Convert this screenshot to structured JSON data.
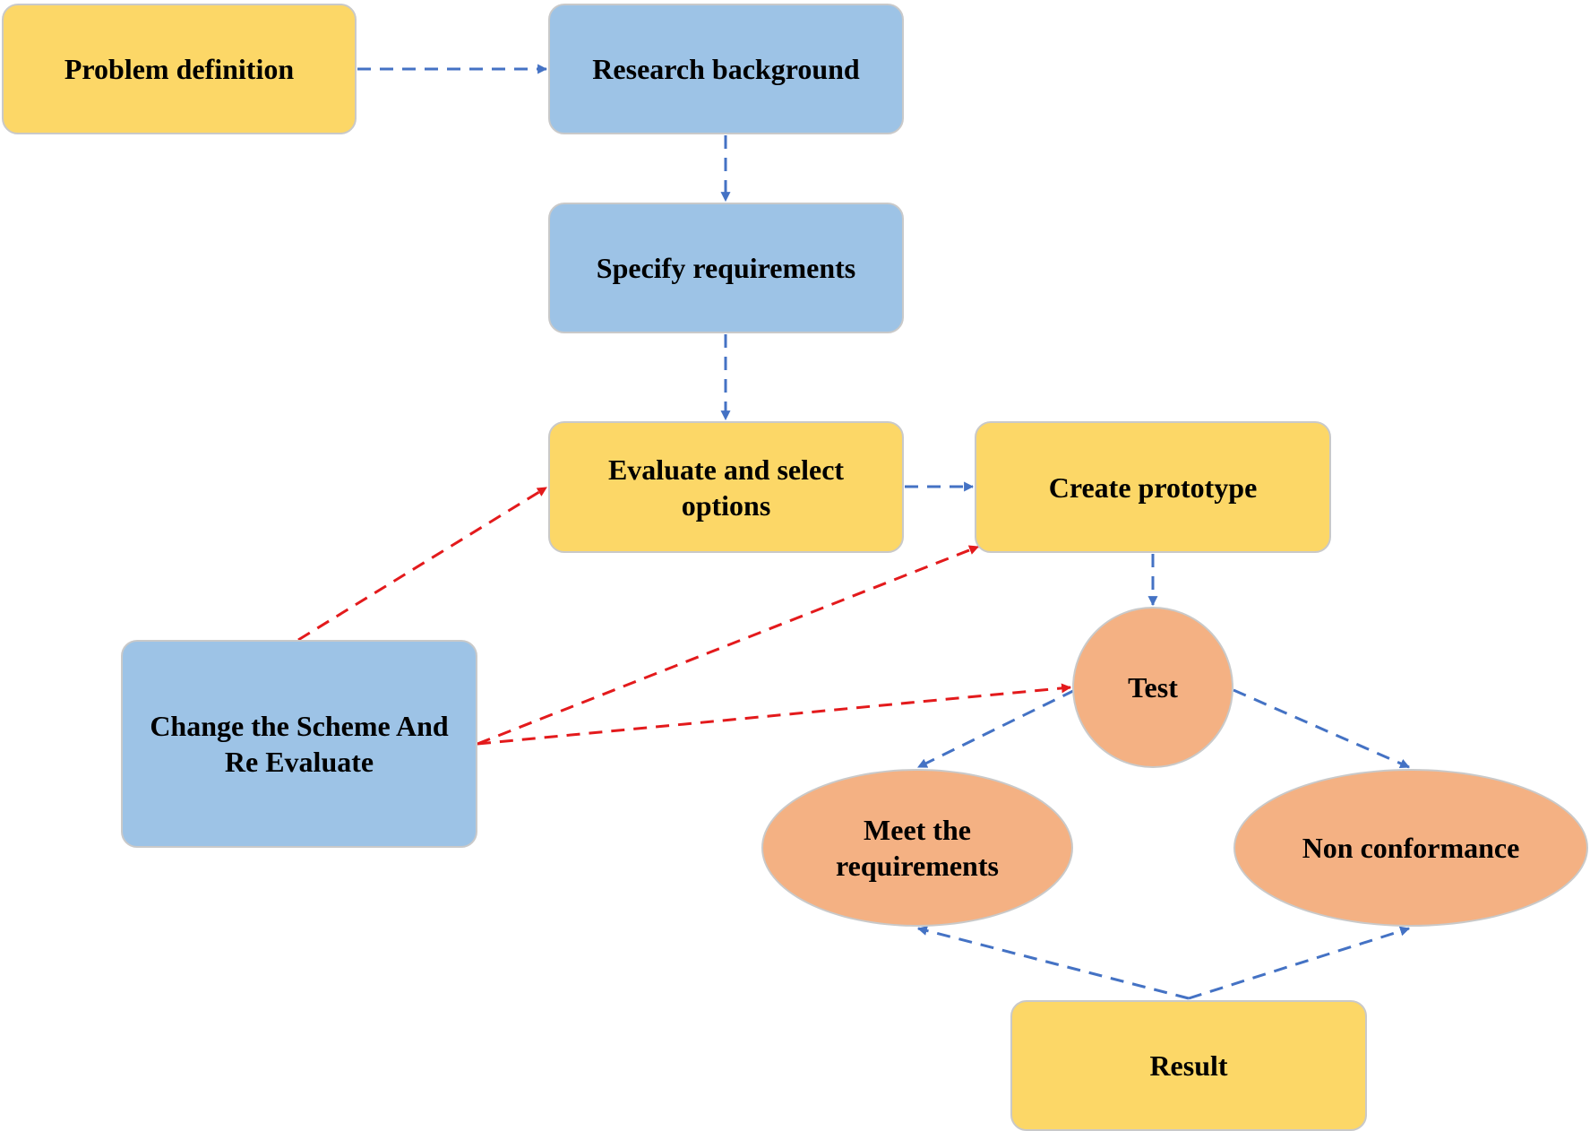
{
  "colors": {
    "yellow": "#fcd767",
    "blue": "#9dc3e6",
    "orange": "#f4b183",
    "blue_arrow": "#4472c4",
    "red_arrow": "#e31a1c",
    "node_border": "#c9c9c9"
  },
  "nodes": {
    "problem": {
      "label": "Problem definition",
      "shape": "rounded-rect",
      "fill": "yellow"
    },
    "research": {
      "label": "Research background",
      "shape": "rounded-rect",
      "fill": "blue"
    },
    "specify": {
      "label": "Specify requirements",
      "shape": "rounded-rect",
      "fill": "blue"
    },
    "evaluate": {
      "label": "Evaluate and select options",
      "shape": "rounded-rect",
      "fill": "yellow"
    },
    "create": {
      "label": "Create prototype",
      "shape": "rounded-rect",
      "fill": "yellow"
    },
    "change": {
      "label": "Change the Scheme And Re Evaluate",
      "shape": "rounded-rect",
      "fill": "blue"
    },
    "test": {
      "label": "Test",
      "shape": "circle",
      "fill": "orange"
    },
    "meet": {
      "label": "Meet the requirements",
      "shape": "ellipse",
      "fill": "orange"
    },
    "nonconf": {
      "label": "Non conformance",
      "shape": "ellipse",
      "fill": "orange"
    },
    "result": {
      "label": "Result",
      "shape": "rounded-rect",
      "fill": "yellow"
    }
  },
  "edges": [
    {
      "from": "problem",
      "to": "research",
      "style": "dashed",
      "color": "blue_arrow"
    },
    {
      "from": "research",
      "to": "specify",
      "style": "dashed",
      "color": "blue_arrow"
    },
    {
      "from": "specify",
      "to": "evaluate",
      "style": "dashed",
      "color": "blue_arrow"
    },
    {
      "from": "evaluate",
      "to": "create",
      "style": "dashed",
      "color": "blue_arrow"
    },
    {
      "from": "create",
      "to": "test",
      "style": "dashed",
      "color": "blue_arrow"
    },
    {
      "from": "test",
      "to": "meet",
      "style": "dashed",
      "color": "blue_arrow"
    },
    {
      "from": "test",
      "to": "nonconf",
      "style": "dashed",
      "color": "blue_arrow"
    },
    {
      "from": "result",
      "to": "meet",
      "style": "dashed",
      "color": "blue_arrow"
    },
    {
      "from": "result",
      "to": "nonconf",
      "style": "dashed",
      "color": "blue_arrow"
    },
    {
      "from": "change",
      "to": "evaluate",
      "style": "dashed",
      "color": "red_arrow"
    },
    {
      "from": "change",
      "to": "create",
      "style": "dashed",
      "color": "red_arrow"
    },
    {
      "from": "change",
      "to": "test",
      "style": "dashed",
      "color": "red_arrow"
    }
  ]
}
